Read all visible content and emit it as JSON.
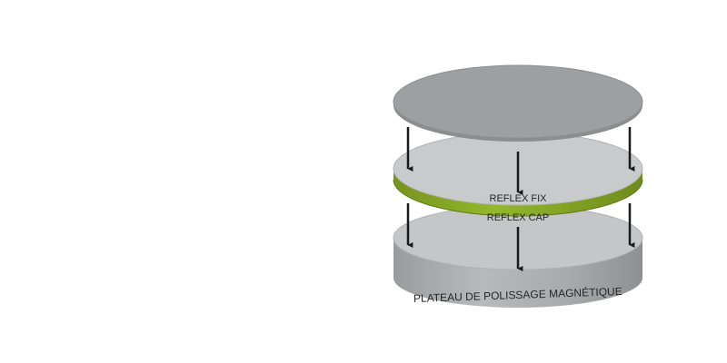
{
  "diagram": {
    "layers": [
      {
        "id": "top-disc",
        "label": "",
        "color": "#9d9e9f"
      },
      {
        "id": "reflex-fix",
        "label": "REFLEX FIX",
        "color": "#c8c9ca"
      },
      {
        "id": "reflex-cap",
        "label": "REFLEX CAP",
        "color": "#8cb027"
      },
      {
        "id": "magnetic-plate",
        "label": "PLATEAU DE POLISSAGE MAGNÉTIQUE",
        "color": "#b4b5b6"
      }
    ],
    "arrow_color": "#1a1a1a",
    "accent_color": "#8cb027"
  }
}
